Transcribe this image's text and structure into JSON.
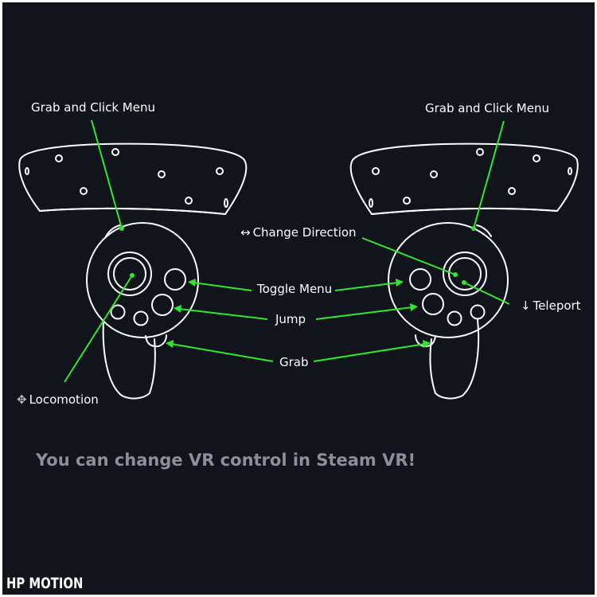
{
  "labels": {
    "grab_click_left": "Grab and Click Menu",
    "grab_click_right": "Grab and Click Menu",
    "change_direction": "Change Direction",
    "toggle_menu": "Toggle Menu",
    "jump": "Jump",
    "grab": "Grab",
    "locomotion": "Locomotion",
    "teleport": "Teleport"
  },
  "icons": {
    "change_direction": "↔",
    "locomotion": "✥",
    "teleport": "↓"
  },
  "tagline": "You can change VR control in Steam VR!",
  "brand": "HP MOTION",
  "colors": {
    "background": "#12141c",
    "pointer": "#2ee82e",
    "outline": "#ffffff",
    "tagline": "#8c8f9a"
  }
}
